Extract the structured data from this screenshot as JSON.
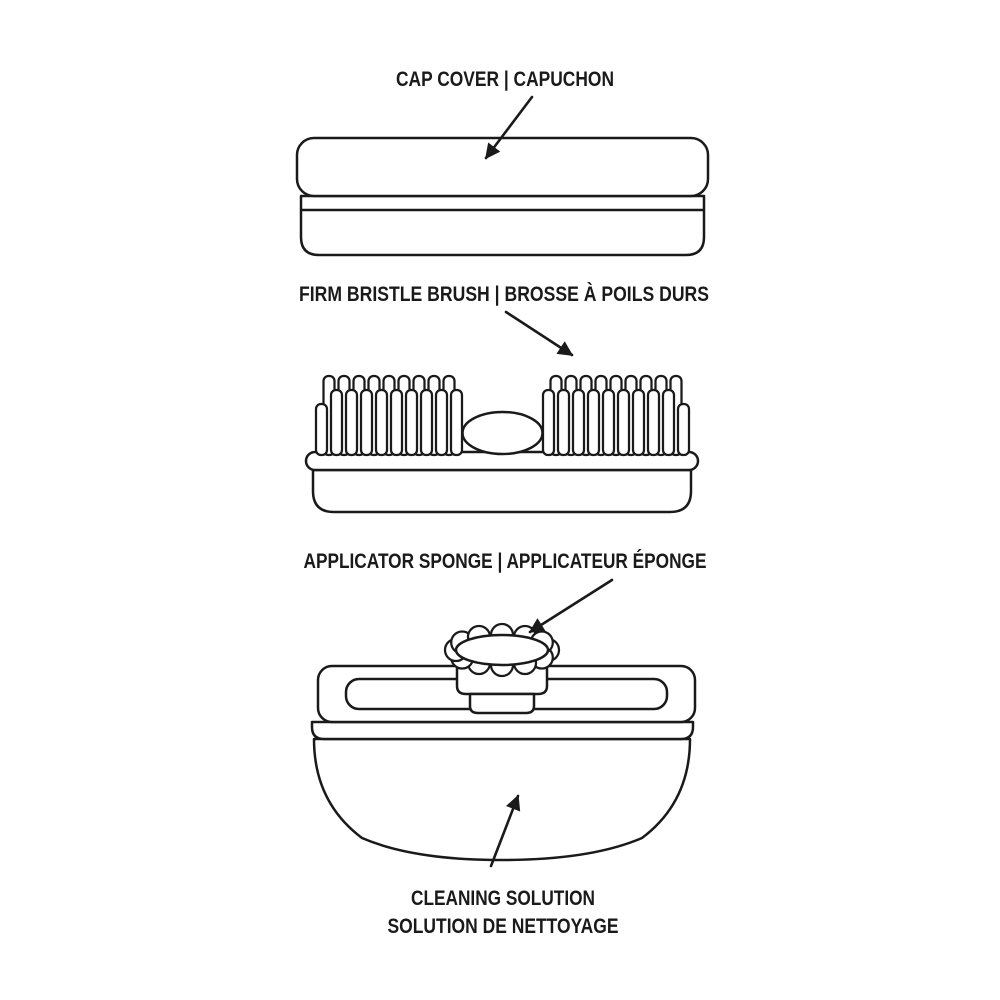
{
  "page": {
    "background": "#ffffff"
  },
  "diagram": {
    "type": "labeled-parts-diagram",
    "subject": "cleaning kit parts",
    "line_color": "#1a1a1a",
    "parts": {
      "cap_cover": {
        "label": "CAP COVER | CAPUCHON"
      },
      "bristle_brush": {
        "label": "FIRM BRISTLE BRUSH | BROSSE À POILS DURS"
      },
      "applicator_sponge": {
        "label": "APPLICATOR SPONGE | APPLICATEUR ÉPONGE"
      },
      "cleaning_solution": {
        "label_line1": "CLEANING SOLUTION",
        "label_line2": "SOLUTION DE NETTOYAGE"
      }
    }
  }
}
